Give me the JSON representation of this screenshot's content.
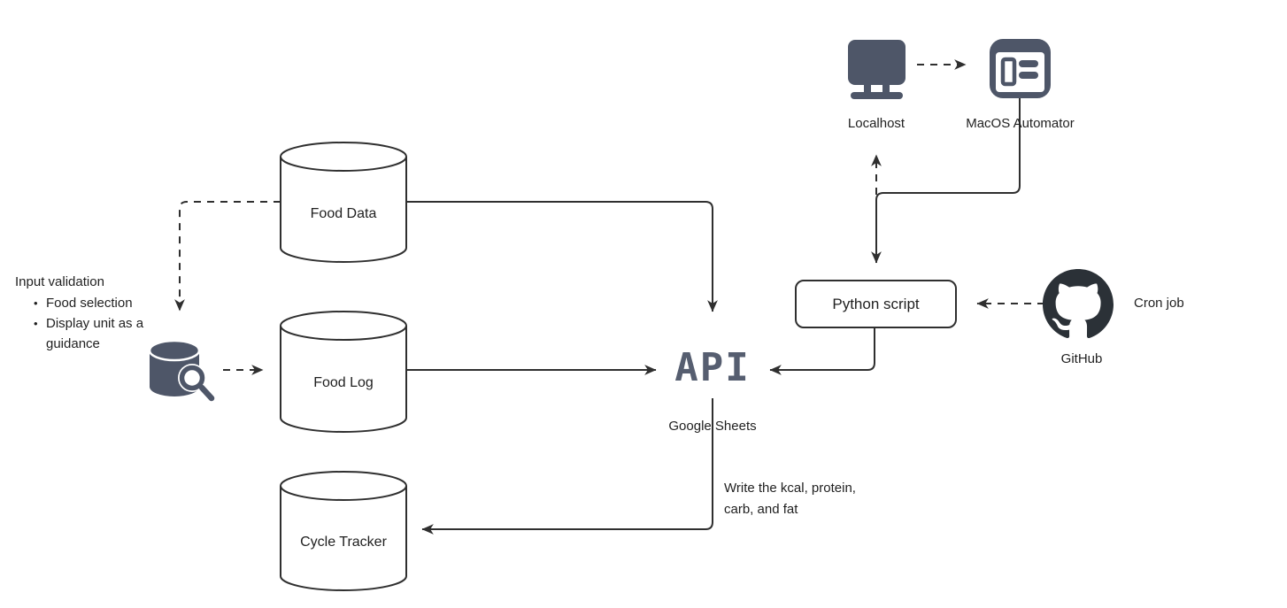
{
  "nodes": {
    "food_data": "Food Data",
    "food_log": "Food Log",
    "cycle_tracker": "Cycle Tracker",
    "api": "API",
    "api_sublabel": "Google Sheets",
    "python_script": "Python script",
    "localhost": "Localhost",
    "macos_automator": "MacOS Automator",
    "github": "GitHub",
    "cron_job": "Cron job"
  },
  "annotations": {
    "input_validation_title": "Input validation",
    "input_validation_bullets": [
      "Food selection",
      "Display unit as a guidance"
    ],
    "bullet_glyph": "•",
    "write_note": "Write the kcal, protein, carb, and fat"
  },
  "icons": {
    "localhost": "monitor-icon",
    "macos_automator": "app-window-icon",
    "github": "github-octocat-icon",
    "food_search": "database-search-icon",
    "food_data": "database-cylinder",
    "food_log": "database-cylinder",
    "cycle_tracker": "database-cylinder"
  },
  "colors": {
    "background": "#ffffff",
    "line": "#2f2f2f",
    "icon_slate": "#4e5668",
    "github_dark": "#2b3137",
    "api_text": "#565e70",
    "text": "#1f1f1f"
  }
}
